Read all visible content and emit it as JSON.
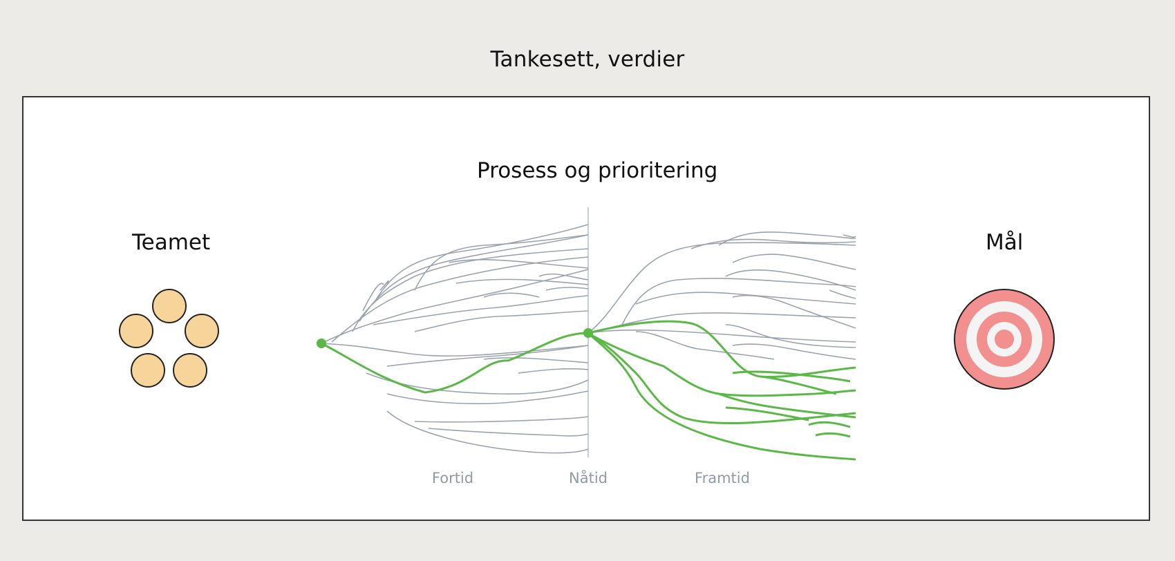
{
  "page_title": "Tankesett, verdier",
  "process": {
    "title": "Prosess og prioritering",
    "timeline": [
      "Fortid",
      "Nåtid",
      "Framtid"
    ]
  },
  "team": {
    "label": "Teamet"
  },
  "goal": {
    "label": "Mål"
  },
  "colors": {
    "background": "#ecebe8",
    "panel": "#ffffff",
    "branch_gray": "#9aa3ad",
    "path_green": "#5ab847",
    "team_fill": "#f7d59a",
    "target_red": "#f28f8f"
  },
  "icons": [
    "team-members-icon",
    "target-icon"
  ]
}
